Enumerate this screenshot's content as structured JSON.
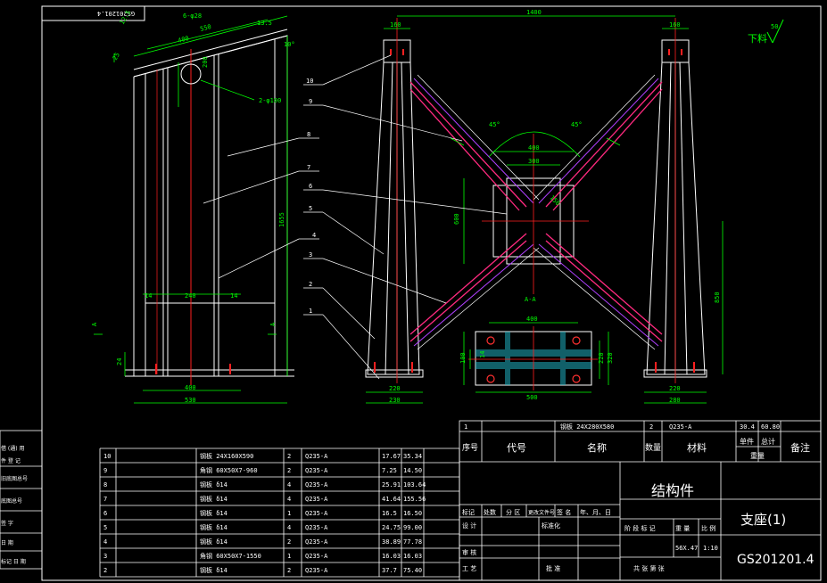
{
  "drawing_no": "GS201201.4",
  "drawing_no_mirrored": "GS201201.4",
  "title_main": "结构件",
  "title_sub": "支座(1)",
  "section_label": "A-A",
  "cut_label": "A",
  "xialiao": "下料",
  "xialiao_num": "50",
  "left_view": {
    "dims": [
      "6-φ28",
      "550",
      "400",
      "13.5",
      "10°",
      "200",
      "2-φ100",
      "1655",
      "14",
      "240",
      "14",
      "24",
      "400",
      "530",
      "25",
      "12.5",
      "A",
      "A"
    ],
    "leaders": [
      "8",
      "7",
      "4"
    ]
  },
  "middle_view": {
    "dims": [
      "160",
      "1400",
      "160",
      "45°",
      "45°",
      "400",
      "300",
      "600",
      "150",
      "850",
      "220",
      "230",
      "280"
    ],
    "leaders": [
      "10",
      "9",
      "6",
      "5",
      "3",
      "2",
      "1"
    ]
  },
  "section_view": {
    "dims": [
      "400",
      "14",
      "100",
      "220",
      "500",
      "320"
    ]
  },
  "parts_table": {
    "rows": [
      {
        "no": "10",
        "name": "钢板 24X160X590",
        "qty": "2",
        "mat": "Q235-A",
        "unit": "17.67",
        "total": "35.34"
      },
      {
        "no": "9",
        "name": "角钢 60X50X7-960",
        "qty": "2",
        "mat": "Q235-A",
        "unit": "7.25",
        "total": "14.50"
      },
      {
        "no": "8",
        "name": "钢板 δ14",
        "qty": "4",
        "mat": "Q235-A",
        "unit": "25.91",
        "total": "103.64"
      },
      {
        "no": "7",
        "name": "钢板 δ14",
        "qty": "4",
        "mat": "Q235-A",
        "unit": "41.64",
        "total": "155.56"
      },
      {
        "no": "6",
        "name": "钢板 δ14",
        "qty": "1",
        "mat": "Q235-A",
        "unit": "16.5",
        "total": "16.50"
      },
      {
        "no": "5",
        "name": "钢板 δ14",
        "qty": "4",
        "mat": "Q235-A",
        "unit": "24.75",
        "total": "99.00"
      },
      {
        "no": "4",
        "name": "钢板 δ14",
        "qty": "2",
        "mat": "Q235-A",
        "unit": "38.89",
        "total": "77.78"
      },
      {
        "no": "3",
        "name": "角钢 60X50X7-1550",
        "qty": "1",
        "mat": "Q235-A",
        "unit": "16.03",
        "total": "16.03"
      },
      {
        "no": "2",
        "name": "钢板 δ14",
        "qty": "2",
        "mat": "Q235-A",
        "unit": "37.7",
        "total": "75.40"
      }
    ]
  },
  "title_block": {
    "row1": {
      "no": "1",
      "name": "钢板 24X280X580",
      "qty": "2",
      "mat": "Q235-A",
      "unit": "30.4",
      "total": "60.80"
    },
    "hdr_no": "序号",
    "hdr_code": "代号",
    "hdr_name": "名称",
    "hdr_qty": "数量",
    "hdr_mat": "材料",
    "hdr_unit": "单件",
    "hdr_total": "总计",
    "hdr_weight": "重量",
    "hdr_note": "备注",
    "rev_row": [
      "标记",
      "处数",
      "分 区",
      "更改文件号",
      "签 名",
      "年、月、日"
    ],
    "design": "设 计",
    "standard": "标准化",
    "review": "审 核",
    "craft": "工 艺",
    "approve": "批 准",
    "stage": "阶 段 标 记",
    "weight": "重 量",
    "scale": "比 例",
    "weight_val": "56X.47",
    "scale_val": "1:10",
    "sheets": "共   张   第   张"
  },
  "left_strip": [
    "借 (通) 用",
    "件 登 记",
    "旧底图总号",
    "底图总号",
    "签  字",
    "日  期",
    "标记 日 期"
  ]
}
